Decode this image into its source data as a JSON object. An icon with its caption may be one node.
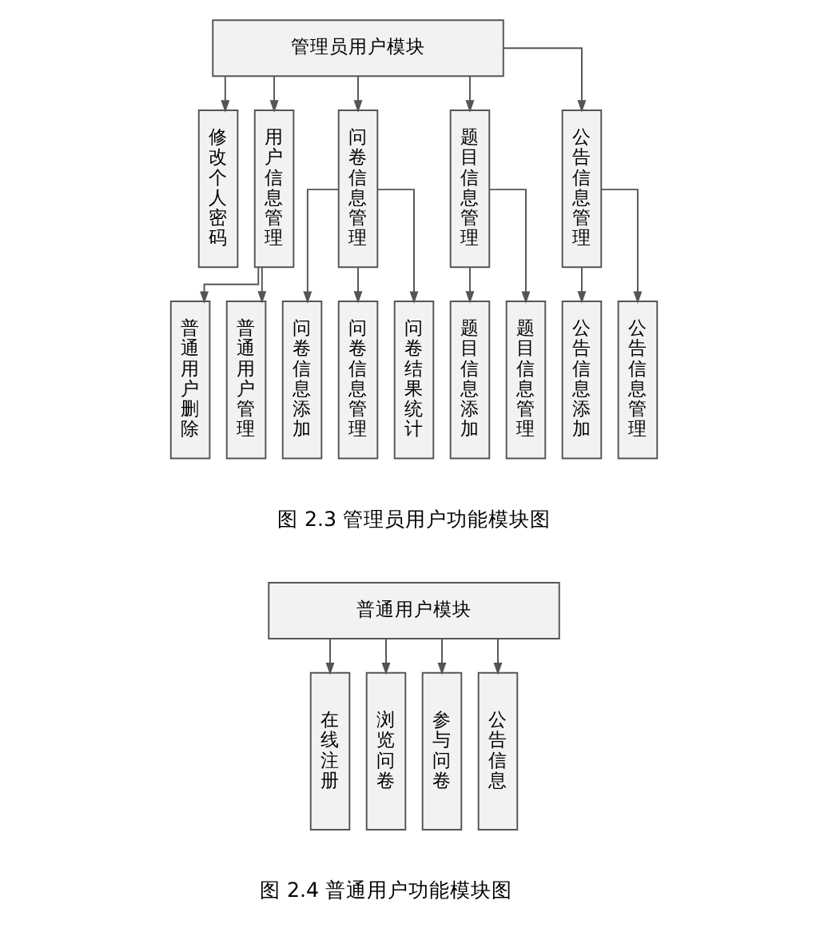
{
  "diagram": {
    "nodes": [
      {
        "text": [
          "管理员用户模块"
        ]
      },
      {
        "text": [
          "修改个人密码"
        ]
      },
      {
        "text": [
          "用户信息管理"
        ]
      },
      {
        "text": [
          "问卷信息管理"
        ]
      },
      {
        "text": [
          "题目信息管理"
        ]
      },
      {
        "text": [
          "公告信息管理"
        ]
      },
      {
        "text": [
          "普通用户删除"
        ]
      },
      {
        "text": [
          "普通用户管理"
        ]
      },
      {
        "text": [
          "问卷信息添加"
        ]
      },
      {
        "text": [
          "问卷信息管理"
        ]
      },
      {
        "text": [
          "问卷结果统计"
        ]
      },
      {
        "text": [
          "题目信息添加"
        ]
      },
      {
        "text": [
          "题目信息管理"
        ]
      },
      {
        "text": [
          "公告信息添加"
        ]
      },
      {
        "text": [
          "公告信息管理"
        ]
      },
      {
        "text": [
          "普通用户模块"
        ]
      },
      {
        "text": [
          "在线注册"
        ]
      },
      {
        "text": [
          "浏览问卷"
        ]
      },
      {
        "text": [
          "参与问卷"
        ]
      },
      {
        "text": [
          "公告信息"
        ]
      }
    ],
    "edges": [
      {
        "from": 0,
        "to": 1,
        "arrow": "to"
      },
      {
        "from": 0,
        "to": 2,
        "arrow": "to"
      },
      {
        "from": 0,
        "to": 3,
        "arrow": "to"
      },
      {
        "from": 0,
        "to": 4,
        "arrow": "to"
      },
      {
        "from": 0,
        "to": 5,
        "arrow": "to"
      },
      {
        "from": 2,
        "to": 6,
        "arrow": "to"
      },
      {
        "from": 2,
        "to": 7,
        "arrow": "to"
      },
      {
        "from": 3,
        "to": 8,
        "arrow": "to"
      },
      {
        "from": 3,
        "to": 9,
        "arrow": "to"
      },
      {
        "from": 3,
        "to": 10,
        "arrow": "to"
      },
      {
        "from": 4,
        "to": 11,
        "arrow": "to"
      },
      {
        "from": 4,
        "to": 12,
        "arrow": "to"
      },
      {
        "from": 5,
        "to": 13,
        "arrow": "to"
      },
      {
        "from": 5,
        "to": 14,
        "arrow": "to"
      },
      {
        "from": 15,
        "to": 16,
        "arrow": "to"
      },
      {
        "from": 15,
        "to": 17,
        "arrow": "to"
      },
      {
        "from": 15,
        "to": 18,
        "arrow": "to"
      },
      {
        "from": 15,
        "to": 19,
        "arrow": "to"
      }
    ],
    "labels": [
      "图 2.3 管理员用户功能模块图",
      "图 2.4 普通用户功能模块图"
    ]
  }
}
